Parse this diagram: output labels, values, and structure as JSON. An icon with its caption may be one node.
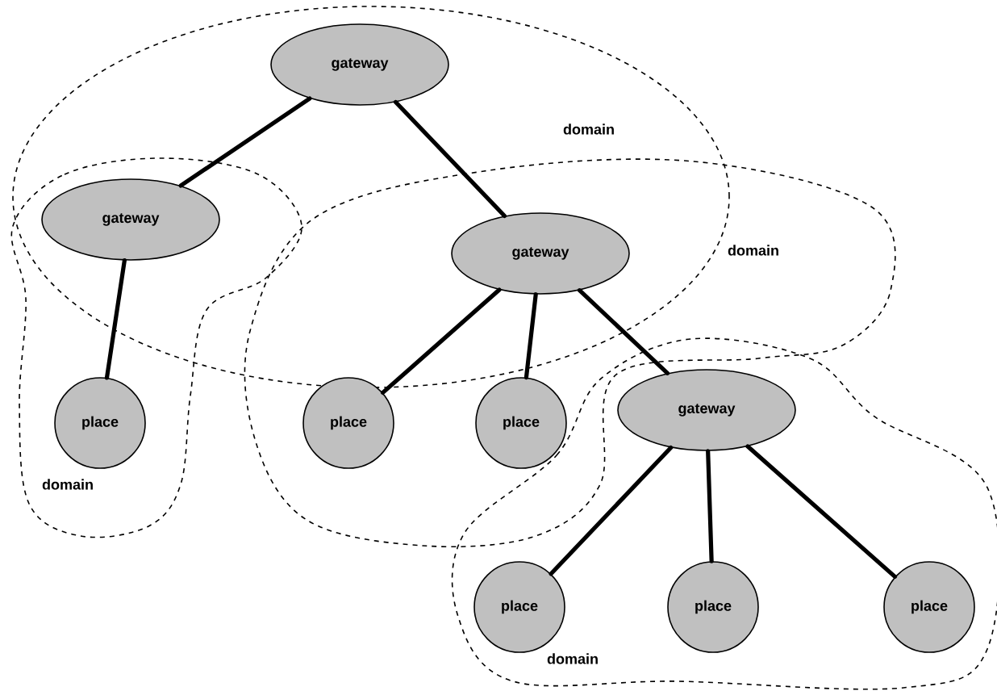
{
  "diagram": {
    "nodes": [
      {
        "text": [
          "gateway"
        ]
      },
      {
        "text": [
          "gateway"
        ]
      },
      {
        "text": [
          "gateway"
        ]
      },
      {
        "text": [
          "place"
        ]
      },
      {
        "text": [
          "place"
        ]
      },
      {
        "text": [
          "place"
        ]
      },
      {
        "text": [
          "gateway"
        ]
      },
      {
        "text": [
          "place"
        ]
      },
      {
        "text": [
          "place"
        ]
      },
      {
        "text": [
          "place"
        ]
      }
    ],
    "edges": [
      {
        "from": 0,
        "to": 1,
        "arrow": "none"
      },
      {
        "from": 0,
        "to": 2,
        "arrow": "none"
      },
      {
        "from": 1,
        "to": 3,
        "arrow": "none"
      },
      {
        "from": 2,
        "to": 4,
        "arrow": "none"
      },
      {
        "from": 2,
        "to": 5,
        "arrow": "none"
      },
      {
        "from": 2,
        "to": 6,
        "arrow": "none"
      },
      {
        "from": 6,
        "to": 7,
        "arrow": "none"
      },
      {
        "from": 6,
        "to": 8,
        "arrow": "none"
      },
      {
        "from": 6,
        "to": 9,
        "arrow": "none"
      }
    ],
    "labels": [
      "domain",
      "domain",
      "domain",
      "domain"
    ]
  }
}
